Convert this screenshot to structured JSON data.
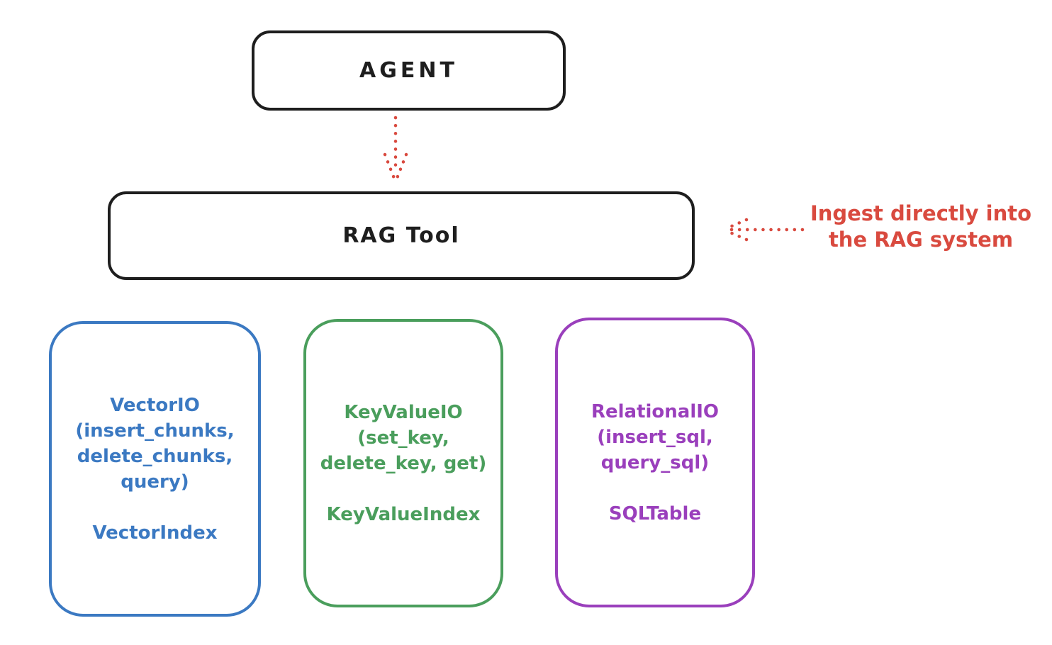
{
  "diagram": {
    "agent": {
      "label": "AGENT"
    },
    "rag_tool": {
      "label": "RAG Tool"
    },
    "annotation": {
      "line1": "Ingest directly into",
      "line2": "the RAG system"
    },
    "stores": [
      {
        "name": "VectorIO",
        "title_lines": [
          "VectorIO",
          "(insert_chunks,",
          "delete_chunks,",
          "query)"
        ],
        "index_label": "VectorIndex",
        "color": "#3b79c2"
      },
      {
        "name": "KeyValueIO",
        "title_lines": [
          "KeyValueIO",
          "(set_key,",
          "delete_key, get)"
        ],
        "index_label": "KeyValueIndex",
        "color": "#4a9e5c"
      },
      {
        "name": "RelationalIO",
        "title_lines": [
          "RelationalIO",
          "(insert_sql,",
          "query_sql)"
        ],
        "index_label": "SQLTable",
        "color": "#9a3fbc"
      }
    ],
    "colors": {
      "stroke": "#1e1e1e",
      "red": "#d94a3f",
      "blue": "#3b79c2",
      "green": "#4a9e5c",
      "purple": "#9a3fbc",
      "background": "#ffffff"
    }
  }
}
